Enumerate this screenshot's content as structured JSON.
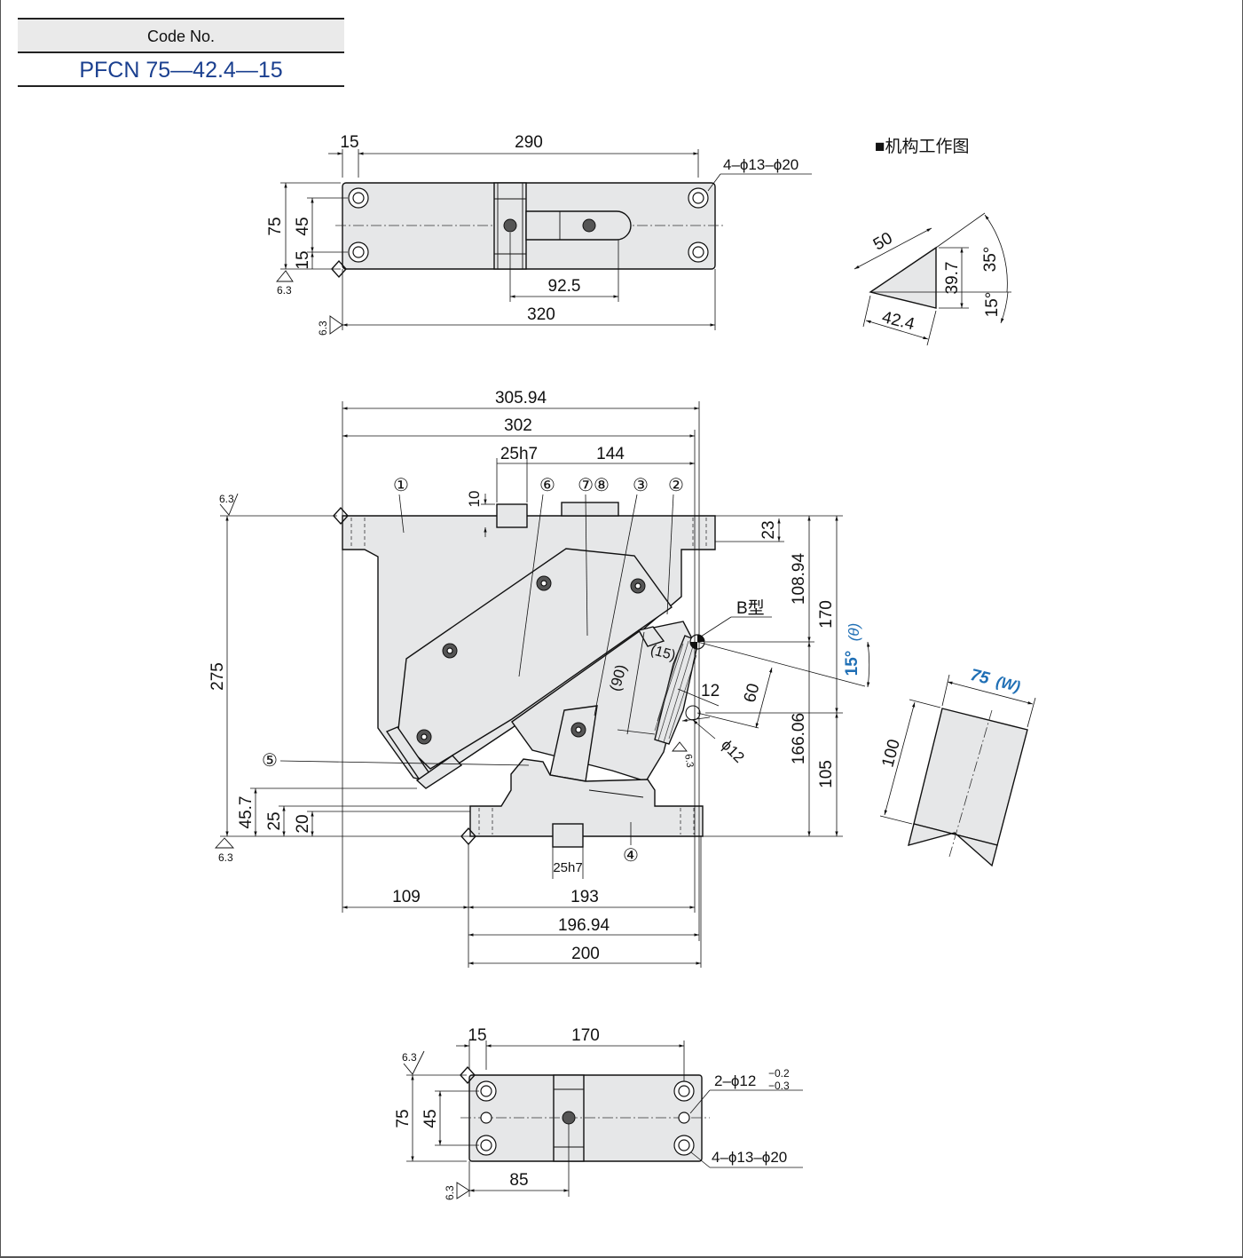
{
  "code": {
    "label": "Code No.",
    "value": "PFCN 75—42.4—15"
  },
  "top_view": {
    "dims": {
      "d15": "15",
      "d290": "290",
      "hole_spec": "4–ϕ13–ϕ20",
      "d75": "75",
      "d45": "45",
      "d15v": "15",
      "d92": "92.5",
      "d320": "320",
      "rough1": "6.3",
      "rough2": "6.3"
    }
  },
  "mechanism": {
    "title": "■机构工作图",
    "dims": {
      "d50": "50",
      "d397": "39.7",
      "d35": "35°",
      "d15": "15°",
      "d424": "42.4"
    }
  },
  "front_view": {
    "dims": {
      "d30594": "305.94",
      "d302": "302",
      "d25h7": "25h7",
      "d144": "144",
      "d10": "10",
      "d23": "23",
      "d10894": "108.94",
      "d170": "170",
      "angle": "15°",
      "theta": "(θ)",
      "btype": "B型",
      "d15p": "(15)",
      "d90p": "(90)",
      "d12": "12",
      "d60": "60",
      "phi12": "ϕ12",
      "d275": "275",
      "d16606": "166.06",
      "d105": "105",
      "d457": "45.7",
      "d25": "25",
      "d20": "20",
      "d25h7b": "25h7",
      "d109": "109",
      "d193": "193",
      "d19694": "196.94",
      "d200": "200",
      "rough_a": "6.3",
      "rough_b": "6.3",
      "rough_c": "6.3"
    },
    "callouts": [
      "①",
      "⑥",
      "⑦⑧",
      "③",
      "②",
      "⑤",
      "④"
    ]
  },
  "workpiece": {
    "width_label": "75",
    "width_symbol": "(W)",
    "height_label": "100"
  },
  "bottom_view": {
    "dims": {
      "d15": "15",
      "d170": "170",
      "hole_spec_a": "2–ϕ12",
      "tol_up": "−0.2",
      "tol_low": "−0.3",
      "d75": "75",
      "d45": "45",
      "hole_spec_b": "4–ϕ13–ϕ20",
      "d85": "85",
      "rough1": "6.3",
      "rough2": "6.3"
    }
  }
}
